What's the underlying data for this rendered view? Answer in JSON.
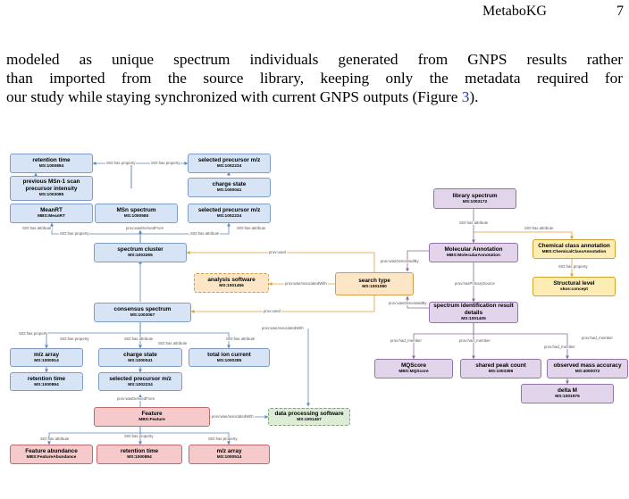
{
  "header": {
    "running_title": "MetaboKG",
    "page_number": "7"
  },
  "body": {
    "line1": "modeled as unique spectrum individuals generated from GNPS results rather",
    "line2": "than imported from the source library, keeping only the metadata required for",
    "line3_text": "our study while staying synchronized with current GNPS outputs (Figure ",
    "line3_ref": "3",
    "line3_end": ")."
  },
  "figure": {
    "nodes": {
      "retention_time_top": {
        "label": "retention time",
        "id": "MS:1000894"
      },
      "previous_msn1": {
        "label": "previous MSn-1 scan precursor intensity",
        "id": "MS:1003085"
      },
      "meanrt": {
        "label": "MeanRT",
        "id": "MBS:MeanRT"
      },
      "msn_spectrum": {
        "label": "MSn spectrum",
        "id": "MS:1000580"
      },
      "selected_precursor_top": {
        "label": "selected precursor m/z",
        "id": "MS:1002234"
      },
      "charge_state_top": {
        "label": "charge state",
        "id": "MS:1000041"
      },
      "selected_precursor_mid": {
        "label": "selected precursor m/z",
        "id": "MS:1002234"
      },
      "spectrum_cluster": {
        "label": "spectrum cluster",
        "id": "MS:1003265"
      },
      "analysis_software": {
        "label": "analysis software",
        "id": "MS:1001456"
      },
      "search_type": {
        "label": "search type",
        "id": "MS:1001080"
      },
      "consensus_spectrum": {
        "label": "consensus spectrum",
        "id": "MS:1003067"
      },
      "mz_array_left": {
        "label": "m/z array",
        "id": "MS:1000514"
      },
      "retention_time_left": {
        "label": "retention time",
        "id": "MS:1000894"
      },
      "charge_state_mid": {
        "label": "charge state",
        "id": "MS:1000041"
      },
      "selected_precursor_low": {
        "label": "selected precursor m/z",
        "id": "MS:1002234"
      },
      "total_ion_current": {
        "label": "total ion current",
        "id": "MS:1000285"
      },
      "feature": {
        "label": "Feature",
        "id": "MBS:Feature"
      },
      "data_processing_software": {
        "label": "data processing software",
        "id": "MS:1001457"
      },
      "feature_abundance": {
        "label": "Feature abundance",
        "id": "MBS:FeatureAbundance"
      },
      "retention_time_bottom": {
        "label": "retention time",
        "id": "MS:1000894"
      },
      "mz_array_bottom": {
        "label": "m/z array",
        "id": "MS:1000514"
      },
      "library_spectrum": {
        "label": "library spectrum",
        "id": "MS:1003172"
      },
      "molecular_annotation": {
        "label": "Molecular Annotation",
        "id": "MBS:MolecularAnnotation"
      },
      "chemical_class_annotation": {
        "label": "Chemical class annotation",
        "id": "MBS:ChemicalClassAnnotation"
      },
      "structural_level": {
        "label": "Structural level",
        "id": "skos:concept"
      },
      "spectrum_id_result": {
        "label": "spectrum identification result details",
        "id": "MS:1001405"
      },
      "mqscore": {
        "label": "MQScore",
        "id": "MBS:MQScore"
      },
      "shared_peak_count": {
        "label": "shared peak count",
        "id": "MS:1003396"
      },
      "observed_mass_accuracy": {
        "label": "observed mass accuracy",
        "id": "MS:4000072"
      },
      "delta_m": {
        "label": "delta M",
        "id": "MS:1001976"
      }
    },
    "edge_labels": {
      "sio_has_property": "SIO:has property",
      "sio_has_attribute": "SIO:has attribute",
      "prov_was_derived_from": "prov:wasDerivedFrom",
      "prov_used": "prov:used",
      "prov_was_associated_with": "prov:wasAssociatedWith",
      "prov_was_generated_by": "prov:wasGeneratedBy",
      "prov_has_primary_source": "prov:hasPrimarySource",
      "prov_had_member": "prov:had_member"
    },
    "colors": {
      "blue": "#d7e4f6",
      "red": "#f6caca",
      "purple": "#e1d4eb",
      "yellow": "#fdecb4",
      "orange": "#fde6c6",
      "green": "#dcecd6",
      "edge_blue": "#5b86c4",
      "edge_orange": "#e0a030",
      "edge_red": "#c05050",
      "edge_purple": "#8a6aa0"
    }
  }
}
